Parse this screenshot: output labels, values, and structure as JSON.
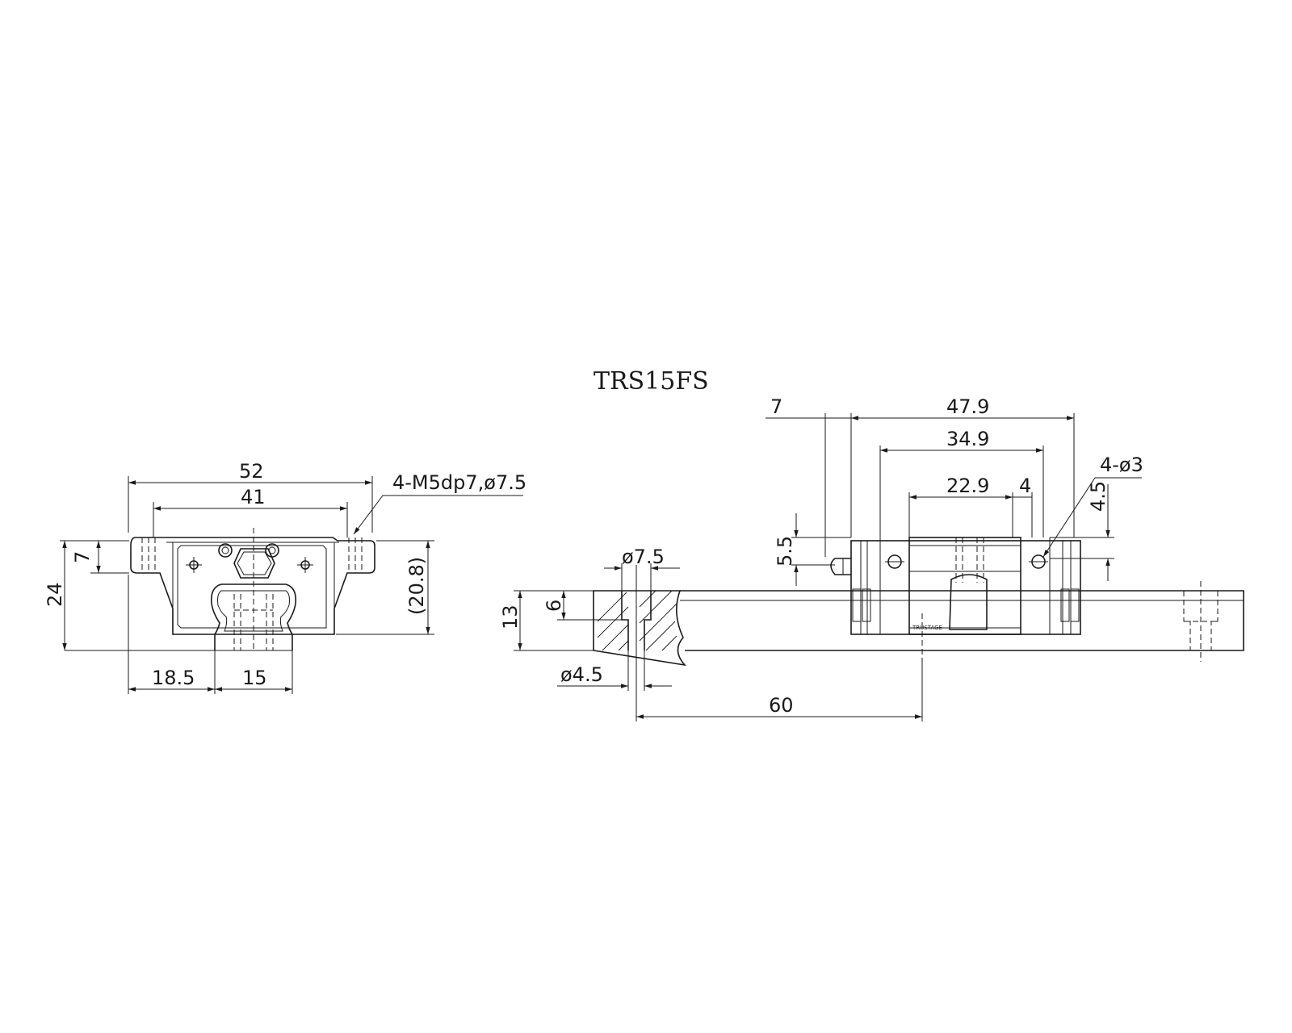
{
  "title": "TRS15FS",
  "front_view": {
    "width_overall": "52",
    "hole_pitch": "41",
    "hole_callout": "4-M5dp7,ø7.5",
    "flange_thickness": "7",
    "height_overall": "24",
    "block_height": "(20.8)",
    "edge_to_rail": "18.5",
    "rail_width": "15"
  },
  "side_view": {
    "grease_nipple_length": "7",
    "block_length": "47.9",
    "body_length": "34.9",
    "hole_spacing": "22.9",
    "small_hole_offset": "4",
    "small_hole_callout": "4-ø3",
    "small_hole_height": "4.5",
    "nipple_height": "5.5",
    "counterbore_dia": "ø7.5",
    "counterbore_depth": "6",
    "rail_height": "13",
    "bolt_hole_dia": "ø4.5",
    "rail_hole_pitch": "60",
    "block_logo": "TRUSTAGE"
  }
}
